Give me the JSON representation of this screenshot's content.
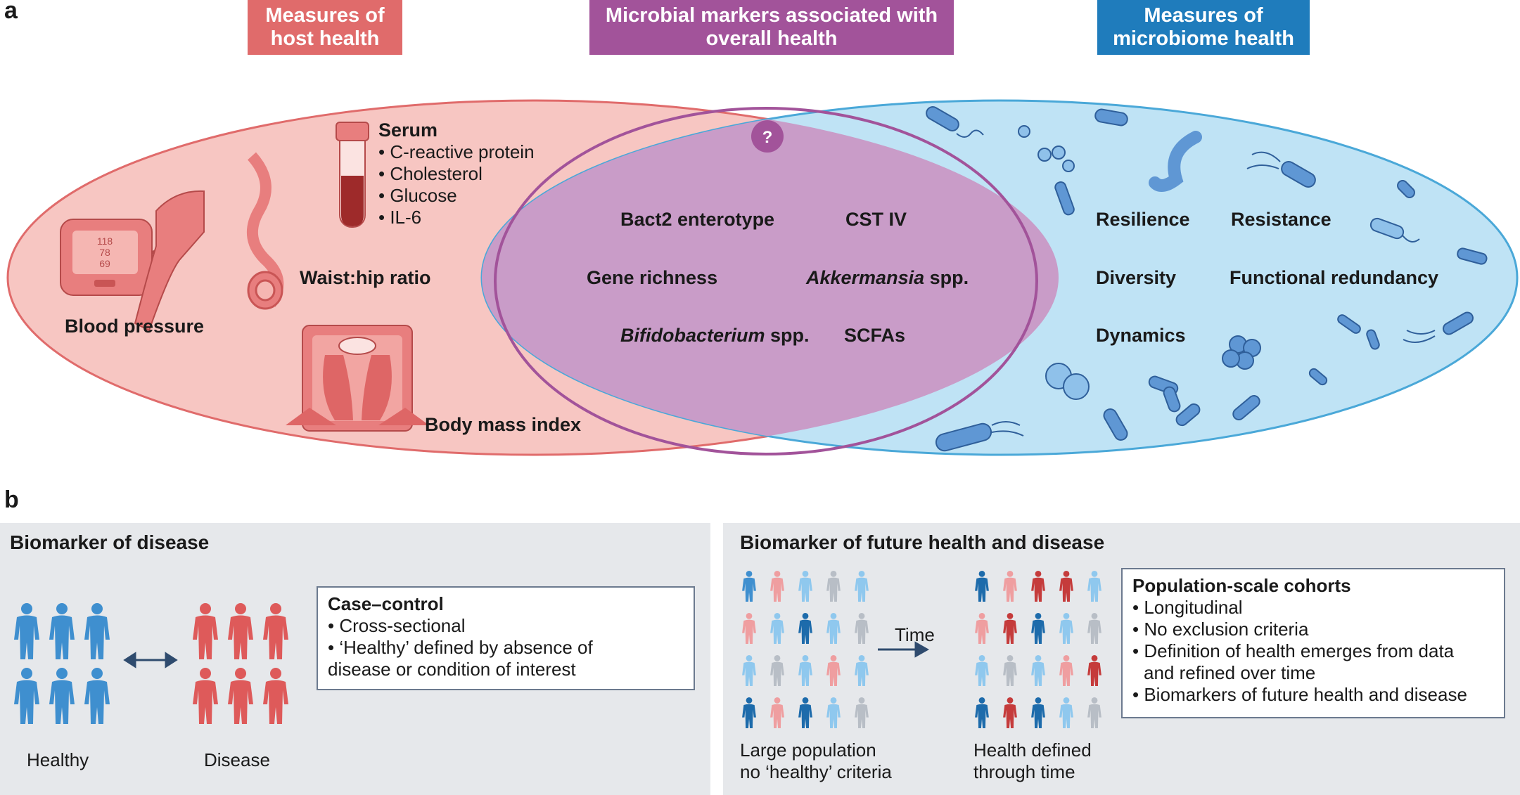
{
  "panel_a": {
    "letter": "a",
    "headers": {
      "host": {
        "line1": "Measures of",
        "line2": "host health",
        "color": "#e06b6b"
      },
      "micro": {
        "line1": "Microbial markers associated with",
        "line2": "overall health",
        "color": "#a2539a"
      },
      "microbiome": {
        "line1": "Measures of",
        "line2": "microbiome health",
        "color": "#1f7cbc"
      }
    },
    "question_mark": "?",
    "host_labels": {
      "blood_pressure": "Blood pressure",
      "waist_hip": "Waist:hip ratio",
      "bmi": "Body mass index",
      "serum_title": "Serum",
      "serum_items": [
        "C-reactive protein",
        "Cholesterol",
        "Glucose",
        "IL-6"
      ],
      "monitor_values": [
        "118",
        "78",
        "69"
      ]
    },
    "overlap_labels": {
      "bact2": "Bact2 enterotype",
      "cst": "CST IV",
      "gene_richness": "Gene richness",
      "akk_italic": "Akkermansia",
      "akk_rest": " spp.",
      "bifido_italic": "Bifidobacterium",
      "bifido_rest": " spp.",
      "scfa": "SCFAs"
    },
    "microbiome_labels": {
      "resilience": "Resilience",
      "resistance": "Resistance",
      "diversity": "Diversity",
      "functional_redundancy": "Functional redundancy",
      "dynamics": "Dynamics"
    },
    "colors": {
      "host_fill": "#f7c6c2",
      "host_stroke": "#e06b6b",
      "micro_fill": "#bfe3f5",
      "micro_stroke": "#4aa8d8",
      "overlap_fill": "#c99cc8",
      "overlap_stroke": "#a2539a"
    }
  },
  "panel_b": {
    "letter": "b",
    "left": {
      "title": "Biomarker of disease",
      "box_title": "Case–control",
      "bullets": [
        "Cross-sectional",
        "‘Healthy’ defined by absence of"
      ],
      "bullet_cont": "disease or condition of interest",
      "healthy": "Healthy",
      "disease": "Disease"
    },
    "right": {
      "title": "Biomarker of future health and disease",
      "time": "Time",
      "box_title": "Population-scale cohorts",
      "bullets": [
        "Longitudinal",
        "No exclusion criteria",
        "Definition of health emerges from data"
      ],
      "bullet_cont": "and refined over time",
      "bullet_last": "Biomarkers of future health and disease",
      "caption_left_1": "Large population",
      "caption_left_2": "no ‘healthy’ criteria",
      "caption_right_1": "Health defined",
      "caption_right_2": "through time"
    },
    "colors": {
      "blue": "#3f8fcf",
      "red": "#de5a5a",
      "pink": "#ef9ea0",
      "light_blue": "#8fc8ee",
      "grey": "#b8bec6",
      "dark_blue": "#1d6bab",
      "dark_red": "#c53b3b"
    }
  }
}
